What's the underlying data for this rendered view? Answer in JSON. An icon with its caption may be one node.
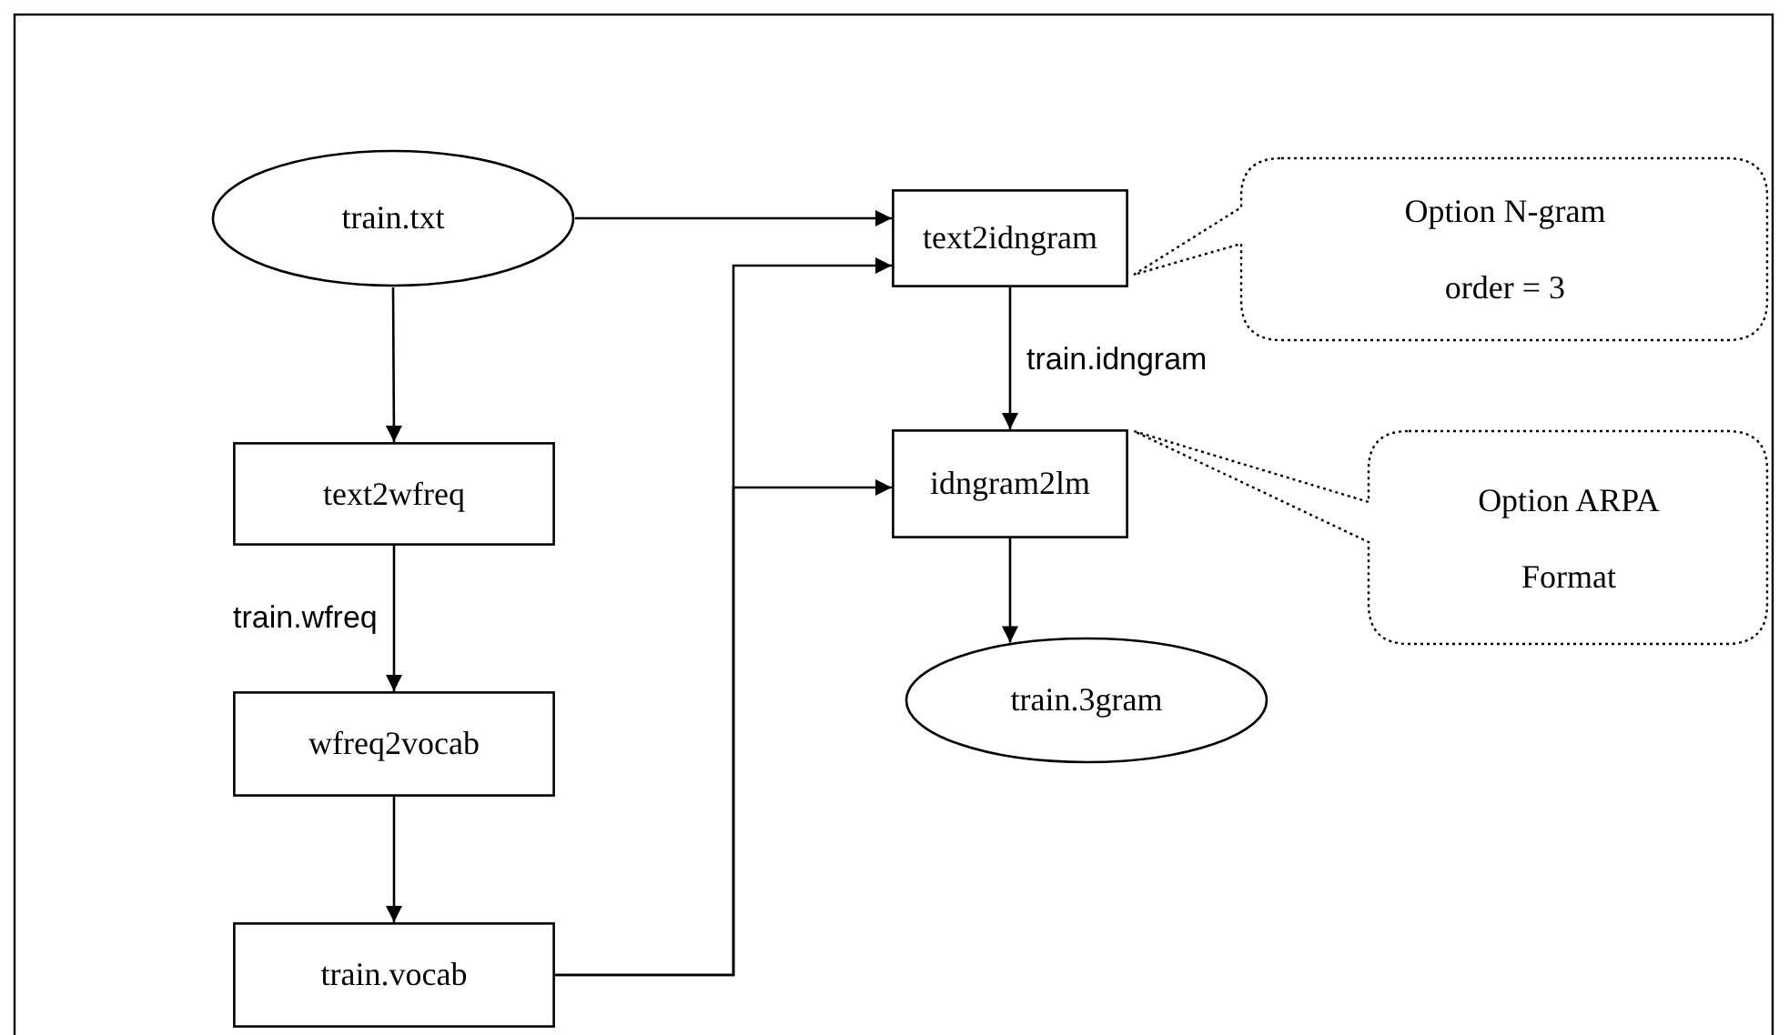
{
  "diagram": {
    "nodes": [
      {
        "text": [
          "train.txt"
        ]
      },
      {
        "text": [
          "text2idngram"
        ]
      },
      {
        "text": [
          "Option N-gram order = 3"
        ]
      },
      {
        "text": [
          "text2wfreq"
        ]
      },
      {
        "text": [
          "idngram2lm"
        ]
      },
      {
        "text": [
          "Option ARPA Format"
        ]
      },
      {
        "text": [
          "wfreq2vocab"
        ]
      },
      {
        "text": [
          "train.3gram"
        ]
      },
      {
        "text": [
          "train.vocab"
        ]
      }
    ],
    "edges": [
      {
        "from": 0,
        "to": 1,
        "arrow": "to"
      },
      {
        "from": 0,
        "to": 3,
        "arrow": "to"
      },
      {
        "from": 3,
        "to": 6,
        "arrow": "to",
        "label": "train.wfreq"
      },
      {
        "from": 6,
        "to": 8,
        "arrow": "to"
      },
      {
        "from": 8,
        "to": 1,
        "arrow": "to"
      },
      {
        "from": 8,
        "to": 4,
        "arrow": "to"
      },
      {
        "from": 1,
        "to": 4,
        "arrow": "to",
        "label": "train.idngram"
      },
      {
        "from": 4,
        "to": 7,
        "arrow": "to"
      }
    ]
  }
}
